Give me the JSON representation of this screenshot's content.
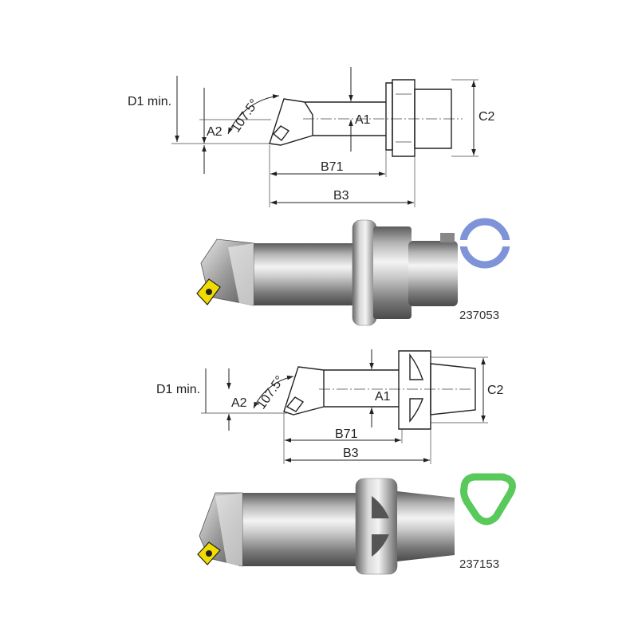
{
  "drawing_1": {
    "label_d1": "D1 min.",
    "label_a2": "A2",
    "label_angle": "107.5°",
    "label_a1": "A1",
    "label_c2": "C2",
    "label_b71": "B71",
    "label_b3": "B3"
  },
  "product_1": {
    "code": "237053",
    "profile_icon": "ring-icon",
    "profile_color": "#7f93d8"
  },
  "drawing_2": {
    "label_d1": "D1 min.",
    "label_a2": "A2",
    "label_angle": "107.5°",
    "label_a1": "A1",
    "label_c2": "C2",
    "label_b71": "B71",
    "label_b3": "B3"
  },
  "product_2": {
    "code": "237153",
    "profile_icon": "triangular-ring-icon",
    "profile_color": "#58c95a"
  }
}
